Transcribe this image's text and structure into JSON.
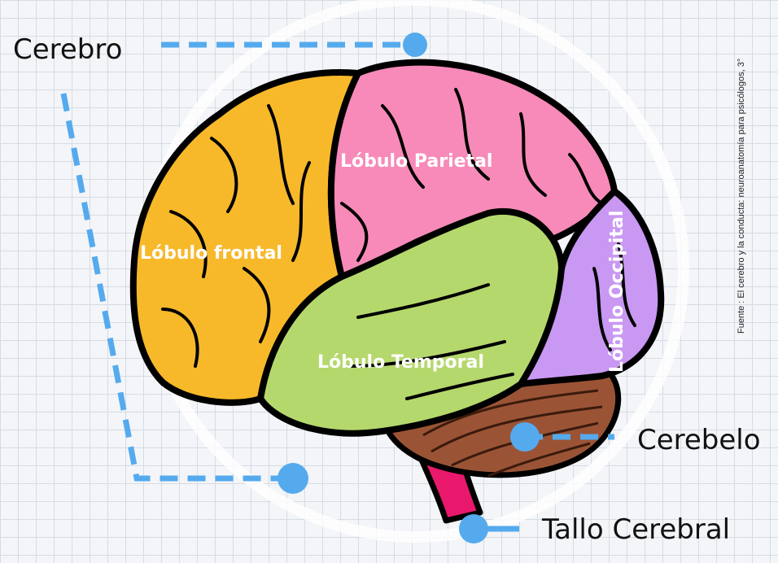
{
  "labels": {
    "cerebro": "Cerebro",
    "cerebelo": "Cerebelo",
    "tallo": "Tallo Cerebral",
    "frontal": "Lóbulo frontal",
    "parietal": "Lóbulo Parietal",
    "temporal": "Lóbulo Temporal",
    "occipital": "Lóbulo Occipital"
  },
  "source": "Fuente : El cerebro y la conducta: neuroanatomía para psicólogos, 3°",
  "colors": {
    "frontal": "#f7b92a",
    "parietal": "#f78ab8",
    "temporal": "#b5d86c",
    "occipital": "#c998f2",
    "cerebellum": "#9a5435",
    "brainstem": "#e8196c",
    "callout": "#55aaee"
  }
}
